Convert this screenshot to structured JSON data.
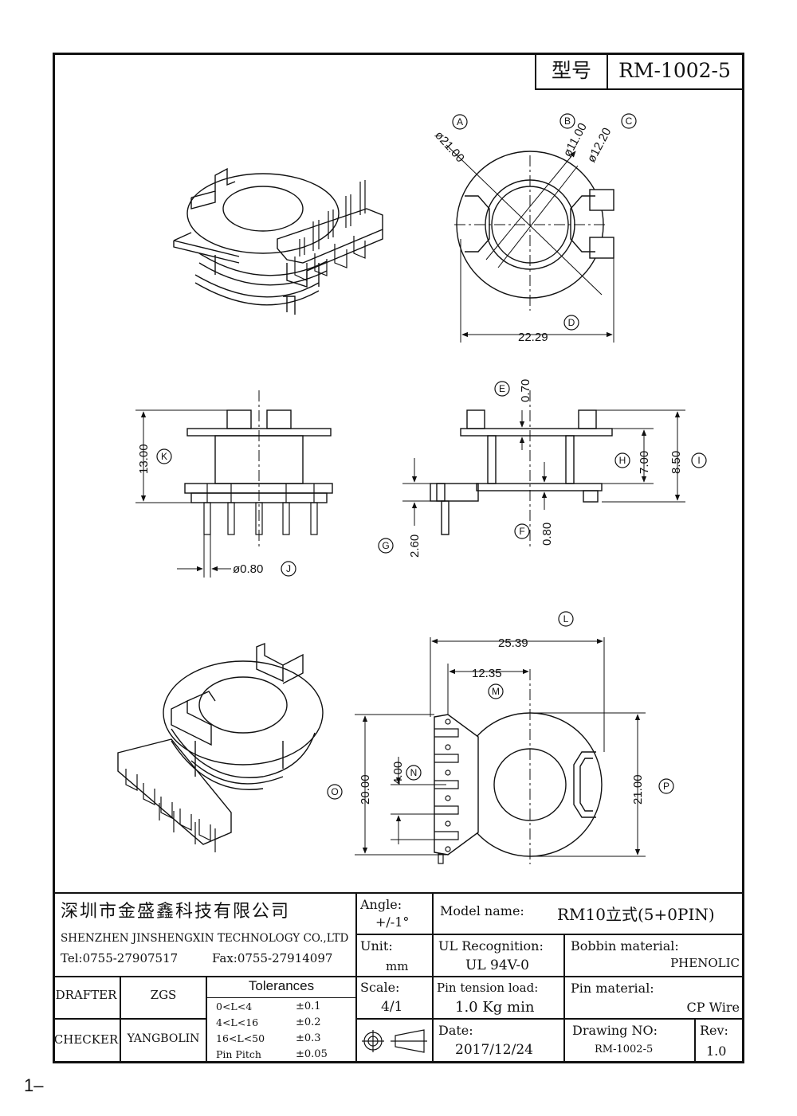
{
  "title_block_top": {
    "label": "型号",
    "model": "RM-1002-5"
  },
  "labels": {
    "A": "A",
    "B": "B",
    "C": "C",
    "D": "D",
    "E": "E",
    "F": "F",
    "G": "G",
    "H": "H",
    "I": "I",
    "J": "J",
    "K": "K",
    "L": "L",
    "M": "M",
    "N": "N",
    "O": "O",
    "P": "P"
  },
  "dimensions": {
    "d21": "ø21.00",
    "d11": "ø11.00",
    "d1220": "ø12.20",
    "w2229": "22.29",
    "e070": "0.70",
    "h700": "7.00",
    "i850": "8.50",
    "f080": "0.80",
    "g260": "2.60",
    "k1300": "13.00",
    "j080": "ø0.80",
    "l2539": "25.39",
    "m1235": "12.35",
    "n400": "4.00",
    "o2000": "20.00",
    "p2100": "21.00"
  },
  "company": {
    "name_cn": "深圳市金盛鑫科技有限公司",
    "name_en": "SHENZHEN JINSHENGXIN TECHNOLOGY CO.,LTD",
    "tel": "Tel:0755-27907517",
    "fax": "Fax:0755-27914097"
  },
  "angle": {
    "label": "Angle:",
    "value": "+/-1°"
  },
  "unit": {
    "label": "Unit:",
    "value": "mm"
  },
  "scale": {
    "label": "Scale:",
    "value": "4/1"
  },
  "model_name": {
    "label": "Model name:",
    "value": "RM10立式(5+0PIN)"
  },
  "ul": {
    "label": "UL Recognition:",
    "value": "UL 94V-0"
  },
  "bobbin": {
    "label": "Bobbin material:",
    "value": "PHENOLIC"
  },
  "pin_tension": {
    "label": "Pin tension load:",
    "value": "1.0 Kg min"
  },
  "pin_material": {
    "label": "Pin material:",
    "value": "CP Wire"
  },
  "date": {
    "label": "Date:",
    "value": "2017/12/24"
  },
  "drawing_no": {
    "label": "Drawing NO:",
    "value": "RM-1002-5"
  },
  "rev": {
    "label": "Rev:",
    "value": "1.0"
  },
  "drafter": {
    "label": "DRAFTER",
    "value": "ZGS"
  },
  "checker": {
    "label": "CHECKER",
    "value": "YANGBOLIN"
  },
  "tolerances": {
    "title": "Tolerances",
    "rows": [
      {
        "range": "0<L<4",
        "tol": "±0.1"
      },
      {
        "range": "4<L<16",
        "tol": "±0.2"
      },
      {
        "range": "16<L<50",
        "tol": "±0.3"
      },
      {
        "range": "Pin Pitch",
        "tol": "±0.05"
      }
    ]
  },
  "page_number": "1–"
}
